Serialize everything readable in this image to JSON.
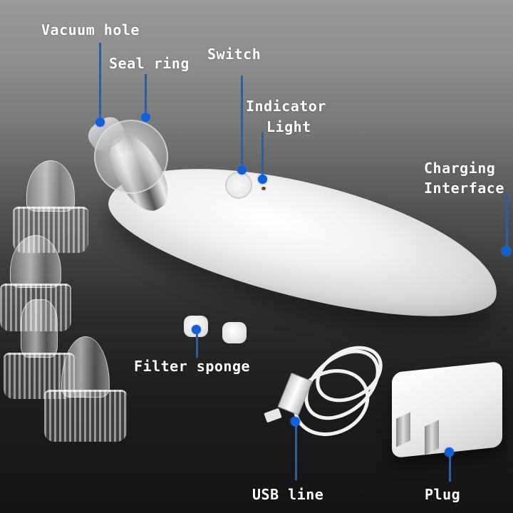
{
  "image": {
    "subject": "Blackhead vacuum suction device with accessories",
    "background_colors": {
      "top": "#9a9a9a",
      "bottom": "#141414"
    },
    "accent_color": "#1060d8",
    "leader_color": "#2d5fa0",
    "label_color": "#ffffff"
  },
  "labels": {
    "vacuum_hole": "Vacuum hole",
    "seal_ring": "Seal ring",
    "switch": "Switch",
    "indicator_light_line1": "Indicator",
    "indicator_light_line2": "Light",
    "charging_interface_line1": "Charging",
    "charging_interface_line2": "Interface",
    "filter_sponge": "Filter sponge",
    "usb_line": "USB line",
    "plug": "Plug"
  }
}
